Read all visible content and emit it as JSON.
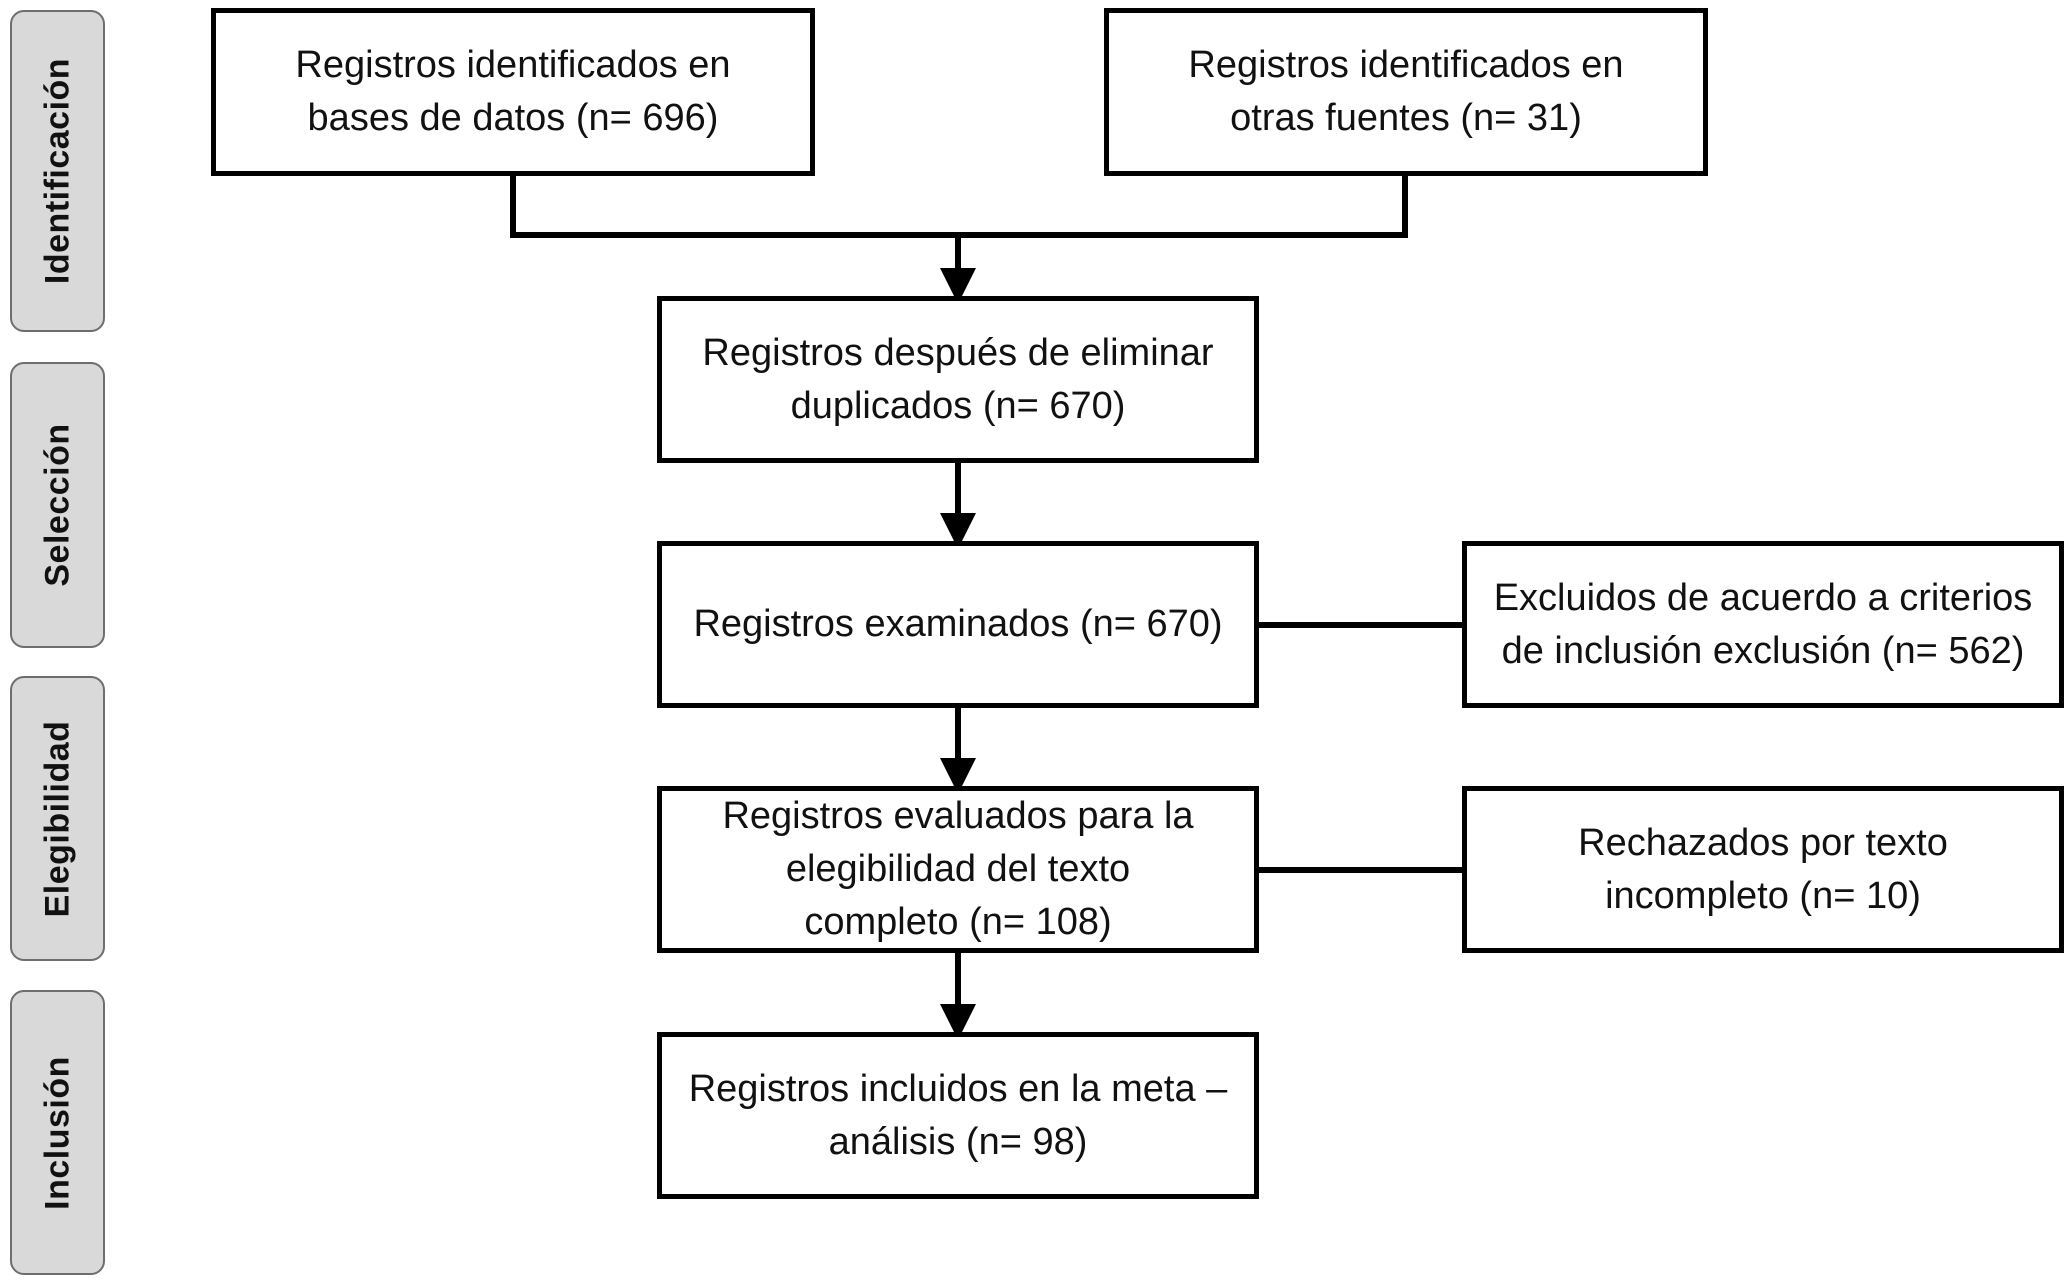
{
  "phases": {
    "identificacion": "Identificación",
    "seleccion": "Selección",
    "elegibilidad": "Elegibilidad",
    "inclusion": "Inclusión"
  },
  "boxes": {
    "databases": "Registros identificados en bases de datos (n= 696)",
    "other_sources": "Registros identificados en otras fuentes (n= 31)",
    "after_duplicates": "Registros después de eliminar duplicados (n= 670)",
    "screened": "Registros examinados (n= 670)",
    "excluded": "Excluidos de acuerdo a criterios de inclusión exclusión (n= 562)",
    "eligibility": "Registros evaluados para la elegibilidad del texto completo (n= 108)",
    "rejected": "Rechazados por texto incompleto (n= 10)",
    "included": "Registros incluidos en la meta – análisis (n= 98)"
  }
}
